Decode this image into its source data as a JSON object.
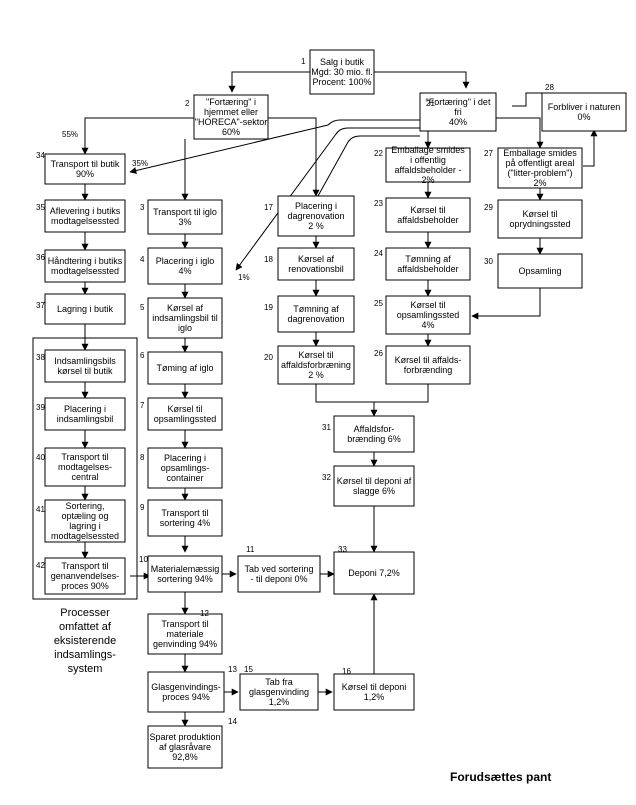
{
  "nodes": [
    {
      "id": "n1",
      "number": "1",
      "lines": [
        "Salg i butik",
        "Mgd: 30 mio. fl.",
        "Procent: 100%"
      ]
    },
    {
      "id": "n2",
      "number": "2",
      "lines": [
        "\"Fortæring\" i",
        "hjemmet  eller",
        "\"HORECA\"-sektor",
        "60%"
      ]
    },
    {
      "id": "n21",
      "number": "21",
      "lines": [
        "\"Fortæring\" i det",
        "fri",
        "40%"
      ]
    },
    {
      "id": "n28",
      "number": "28",
      "lines": [
        "Forbliver i naturen",
        "0%"
      ]
    },
    {
      "id": "n34",
      "number": "34",
      "lines": [
        "Transport til butik",
        "90%"
      ]
    },
    {
      "id": "n35",
      "number": "35",
      "lines": [
        "Aflevering i butiks",
        "modtagelsessted"
      ]
    },
    {
      "id": "n36",
      "number": "36",
      "lines": [
        "Håndtering i butiks",
        "modtagelsessted"
      ]
    },
    {
      "id": "n37",
      "number": "37",
      "lines": [
        "Lagring  i butik"
      ]
    },
    {
      "id": "n38",
      "number": "38",
      "lines": [
        "Indsamlingsbils",
        "kørsel til butik"
      ]
    },
    {
      "id": "n39",
      "number": "39",
      "lines": [
        "Placering i",
        "indsamlingsbil"
      ]
    },
    {
      "id": "n40",
      "number": "40",
      "lines": [
        "Transport til",
        "modtagelses-",
        "central"
      ]
    },
    {
      "id": "n41",
      "number": "41",
      "lines": [
        "Sortering,",
        "optæling og",
        "lagring i",
        "modtagelsessted"
      ]
    },
    {
      "id": "n42",
      "number": "42",
      "lines": [
        "Transport til",
        "genanvendelses-",
        "proces 90%"
      ]
    },
    {
      "id": "n3",
      "number": "3",
      "lines": [
        "Transport til iglo",
        "3%"
      ]
    },
    {
      "id": "n4",
      "number": "4",
      "lines": [
        "Placering i iglo",
        "4%"
      ]
    },
    {
      "id": "n5",
      "number": "5",
      "lines": [
        "Kørsel af",
        "indsamlingsbil til",
        "iglo"
      ]
    },
    {
      "id": "n6",
      "number": "6",
      "lines": [
        "Tøming af iglo"
      ]
    },
    {
      "id": "n7",
      "number": "7",
      "lines": [
        "Kørsel til",
        "opsamlingssted"
      ]
    },
    {
      "id": "n8",
      "number": "8",
      "lines": [
        "Placering i",
        "opsamlings-",
        "container"
      ]
    },
    {
      "id": "n9",
      "number": "9",
      "lines": [
        "Transport til",
        "sortering 4%"
      ]
    },
    {
      "id": "n10",
      "number": "10",
      "lines": [
        "Materialemæssig",
        "sortering 94%"
      ]
    },
    {
      "id": "n11",
      "number": "11",
      "lines": [
        "Tab ved sortering",
        "- til deponi 0%"
      ]
    },
    {
      "id": "n12",
      "number": "12",
      "lines": [
        "Transport til",
        "materiale",
        "genvinding 94%"
      ]
    },
    {
      "id": "n13",
      "number": "13",
      "lines": [
        "Glasgenvindings-",
        "proces 94%"
      ]
    },
    {
      "id": "n14",
      "number": "14",
      "lines": [
        "Sparet produktion",
        "af glasråvare",
        "92,8%"
      ]
    },
    {
      "id": "n15",
      "number": "15",
      "lines": [
        "Tab fra",
        "glasgenvinding",
        "1,2%"
      ]
    },
    {
      "id": "n16",
      "number": "16",
      "lines": [
        "Kørsel til deponi",
        "1,2%"
      ]
    },
    {
      "id": "n17",
      "number": "17",
      "lines": [
        "Placering i",
        "dagrenovation",
        "2 %"
      ]
    },
    {
      "id": "n18",
      "number": "18",
      "lines": [
        "Kørsel af",
        "renovationsbil"
      ]
    },
    {
      "id": "n19",
      "number": "19",
      "lines": [
        "Tømning af",
        "dagrenovation"
      ]
    },
    {
      "id": "n20",
      "number": "20",
      "lines": [
        "Kørsel til",
        "affaldsforbræning",
        "2 %"
      ]
    },
    {
      "id": "n22",
      "number": "22",
      "lines": [
        "Emballage smides",
        "i offentlig",
        "affaldsbeholder -",
        "2%"
      ]
    },
    {
      "id": "n23",
      "number": "23",
      "lines": [
        "Kørsel til",
        "affaldsbeholder"
      ]
    },
    {
      "id": "n24",
      "number": "24",
      "lines": [
        "Tømning af",
        "affaldsbeholder"
      ]
    },
    {
      "id": "n25",
      "number": "25",
      "lines": [
        "Kørsel til",
        "opsamlingssted",
        "4%"
      ]
    },
    {
      "id": "n26",
      "number": "26",
      "lines": [
        "Kørsel til affalds-",
        "forbrænding"
      ]
    },
    {
      "id": "n27",
      "number": "27",
      "lines": [
        "Emballage smides",
        "på offentligt areal",
        "(\"litter-problem\")",
        "2%"
      ]
    },
    {
      "id": "n29",
      "number": "29",
      "lines": [
        "Kørsel til",
        "oprydningssted"
      ]
    },
    {
      "id": "n30",
      "number": "30",
      "lines": [
        "Opsamling"
      ]
    },
    {
      "id": "n31",
      "number": "31",
      "lines": [
        "Affaldsfor-",
        "brænding 6%"
      ]
    },
    {
      "id": "n32",
      "number": "32",
      "lines": [
        "Kørsel til deponi af",
        "slagge 6%"
      ]
    },
    {
      "id": "n33",
      "number": "33",
      "lines": [
        "Deponi 7,2%"
      ]
    }
  ],
  "edge_labels": {
    "e55": "55%",
    "e35": "35%",
    "e1pct": "1%"
  },
  "group_caption": [
    "Processer",
    "omfattet af",
    "eksisterende",
    "indsamlings-",
    "system"
  ],
  "footer": "Forudsættes pant"
}
